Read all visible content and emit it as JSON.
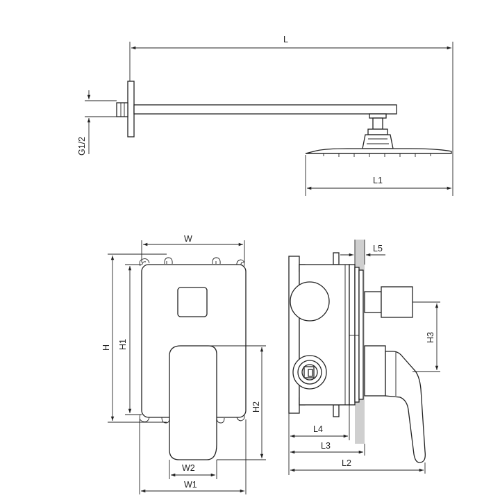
{
  "labels": {
    "L": "L",
    "L1": "L1",
    "G": "G1/2",
    "W": "W",
    "H": "H",
    "H1": "H1",
    "H2": "H2",
    "W1": "W1",
    "W2": "W2",
    "L2": "L2",
    "L3": "L3",
    "L4": "L4",
    "L5": "L5",
    "H3": "H3"
  }
}
